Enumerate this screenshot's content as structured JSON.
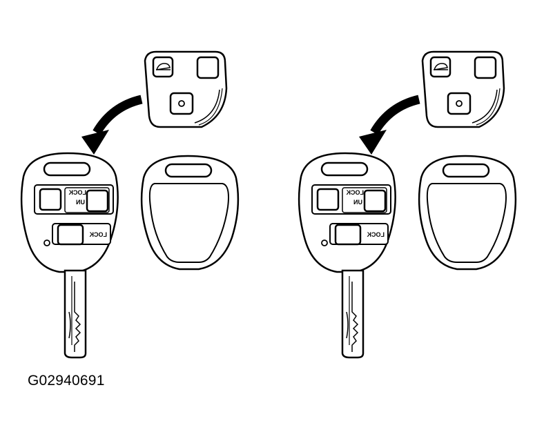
{
  "figure": {
    "id": "G02940691",
    "unlock_label_line1": "LOCK",
    "unlock_label_line2": "UN",
    "lock_label": "LOCK"
  },
  "colors": {
    "ink": "#000000",
    "background": "#ffffff"
  }
}
